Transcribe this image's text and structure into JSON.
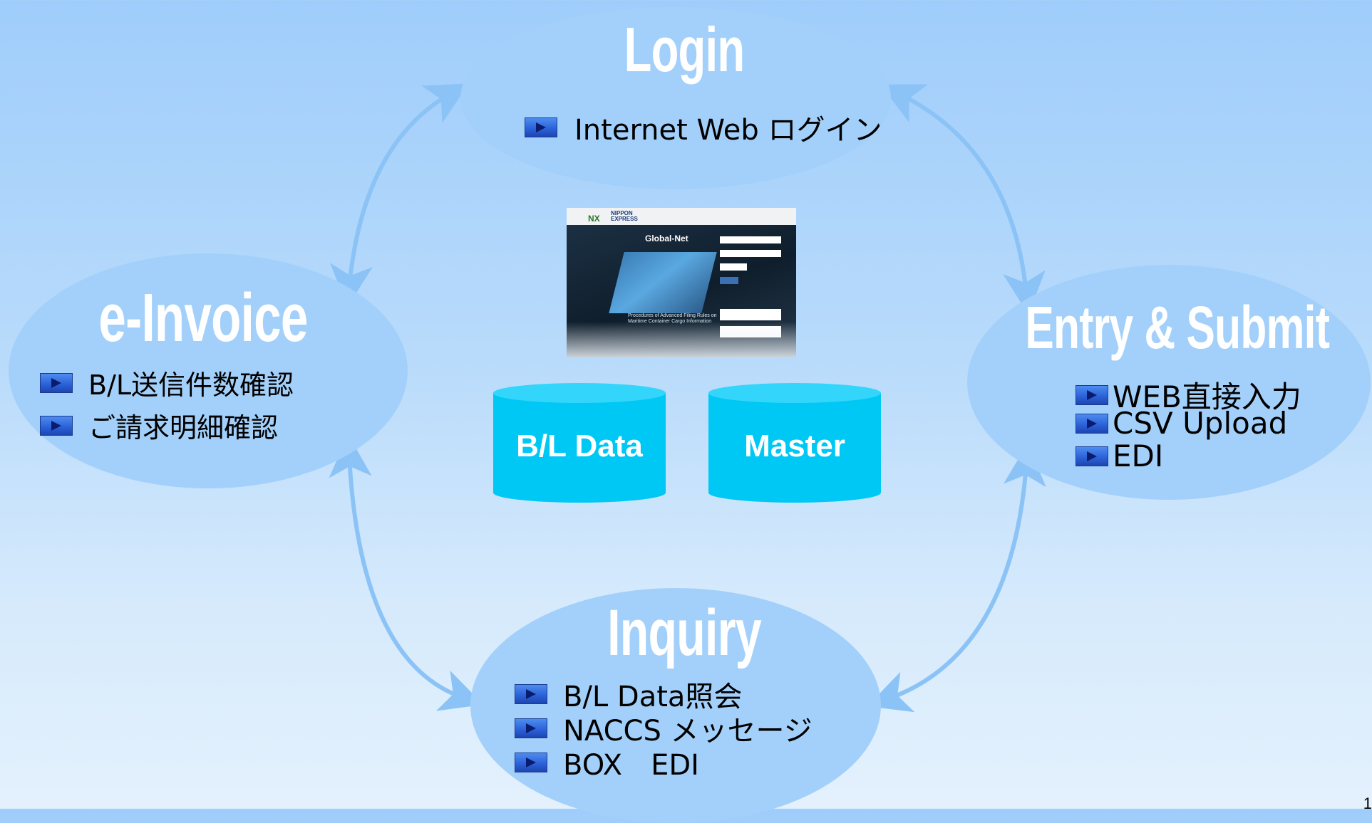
{
  "login": {
    "title": "Login",
    "items": [
      "Internet Web ログイン"
    ]
  },
  "einvoice": {
    "title": "e-Invoice",
    "items": [
      "B/L送信件数確認",
      "ご請求明細確認"
    ]
  },
  "entry": {
    "title": "Entry & Submit",
    "items": [
      "WEB直接入力",
      "CSV Upload",
      "EDI"
    ]
  },
  "inquiry": {
    "title": "Inquiry",
    "items": [
      "B/L Data照会",
      "NACCS メッセージ",
      "BOX　EDI"
    ]
  },
  "databases": {
    "bl_data": "B/L Data",
    "master": "Master"
  },
  "screenshot": {
    "brand_mark": "NX",
    "brand_name_line1": "NIPPON",
    "brand_name_line2": "EXPRESS",
    "product_title": "Global-Net",
    "caption": "Procedures of Advanced Filing Rules on Maritime Container Cargo Information"
  },
  "page_number": "1",
  "colors": {
    "ellipse": "#a3d0fa",
    "arrow": "#8cc3f6",
    "cylinder": "#00c8f5",
    "bullet": "#2a5fd6"
  }
}
